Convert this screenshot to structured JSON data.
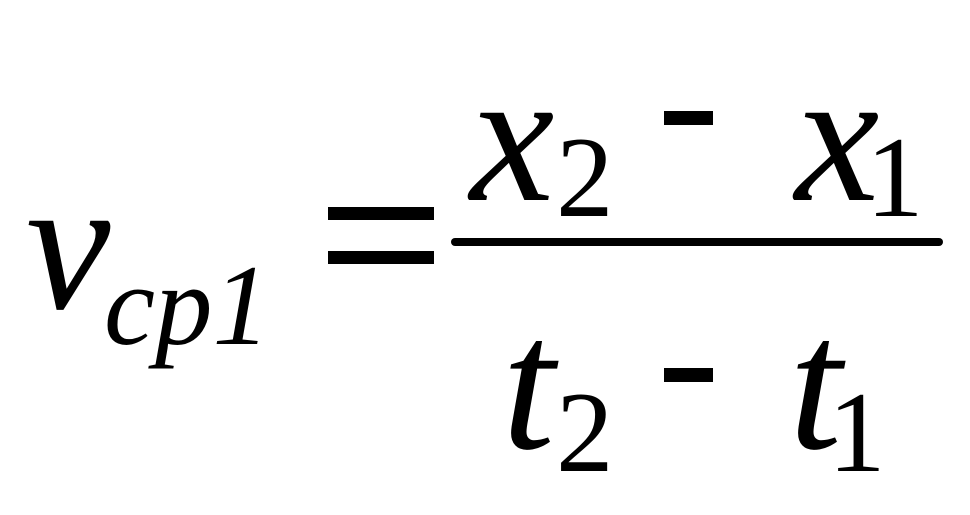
{
  "formula": {
    "lhs": {
      "symbol": "v",
      "subscript": "cp1"
    },
    "equals": "=",
    "numerator": {
      "first": {
        "symbol": "x",
        "subscript": "2"
      },
      "operator": "-",
      "second": {
        "symbol": "x",
        "subscript": "1"
      }
    },
    "denominator": {
      "first": {
        "symbol": "t",
        "subscript": "2"
      },
      "operator": "-",
      "second": {
        "symbol": "t",
        "subscript": "1"
      }
    }
  }
}
